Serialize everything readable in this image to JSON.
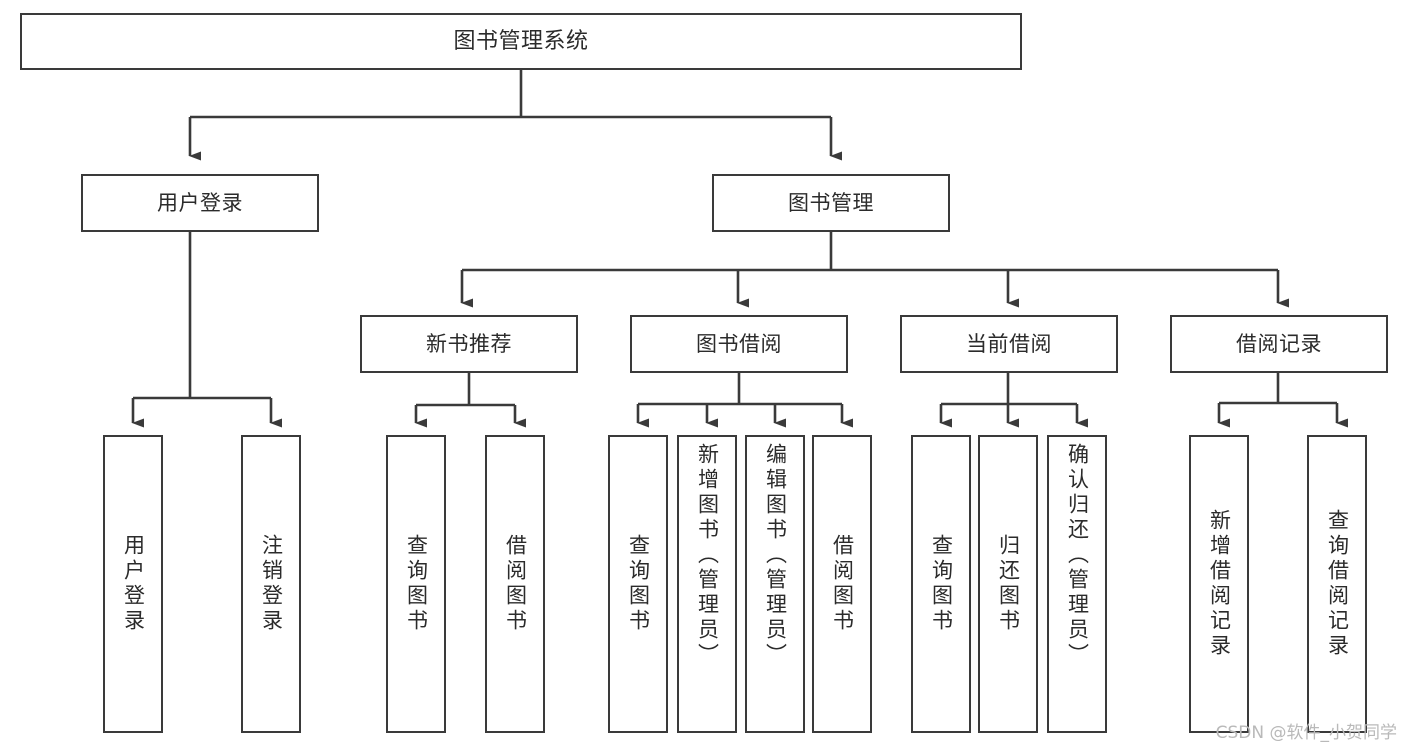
{
  "diagram": {
    "title": "图书管理系统",
    "type": "hierarchy-tree",
    "stroke_color": "#3a3a3a",
    "text_color": "#2b2b2b",
    "background_color": "#ffffff"
  },
  "nodes": {
    "root": {
      "label": "图书管理系统"
    },
    "level2": [
      {
        "label": "用户登录"
      },
      {
        "label": "图书管理"
      }
    ],
    "level3": [
      {
        "label": "新书推荐"
      },
      {
        "label": "图书借阅"
      },
      {
        "label": "当前借阅"
      },
      {
        "label": "借阅记录"
      }
    ],
    "leaves": {
      "user_login": [
        {
          "label": "用户登录"
        },
        {
          "label": "注销登录"
        }
      ],
      "new_book_recommend": [
        {
          "label": "查询图书"
        },
        {
          "label": "借阅图书"
        }
      ],
      "book_borrow": [
        {
          "label": "查询图书"
        },
        {
          "label": "新增图书（管理员）"
        },
        {
          "label": "编辑图书（管理员）"
        },
        {
          "label": "借阅图书"
        }
      ],
      "current_borrow": [
        {
          "label": "查询图书"
        },
        {
          "label": "归还图书"
        },
        {
          "label": "确认归还（管理员）"
        }
      ],
      "borrow_records": [
        {
          "label": "新增借阅记录"
        },
        {
          "label": "查询借阅记录"
        }
      ]
    }
  },
  "watermark": {
    "text": "CSDN @软件_小贺同学"
  }
}
